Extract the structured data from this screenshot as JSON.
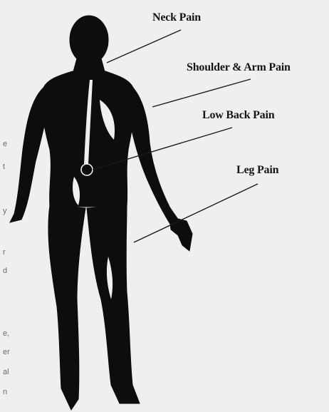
{
  "labels": {
    "neck": "Neck Pain",
    "shoulder_arm": "Shoulder & Arm Pain",
    "low_back": "Low Back Pain",
    "leg": "Leg Pain"
  },
  "margin_text": [
    "e",
    "t",
    "y",
    "r",
    "d",
    "e,",
    "er",
    "al",
    "n"
  ]
}
